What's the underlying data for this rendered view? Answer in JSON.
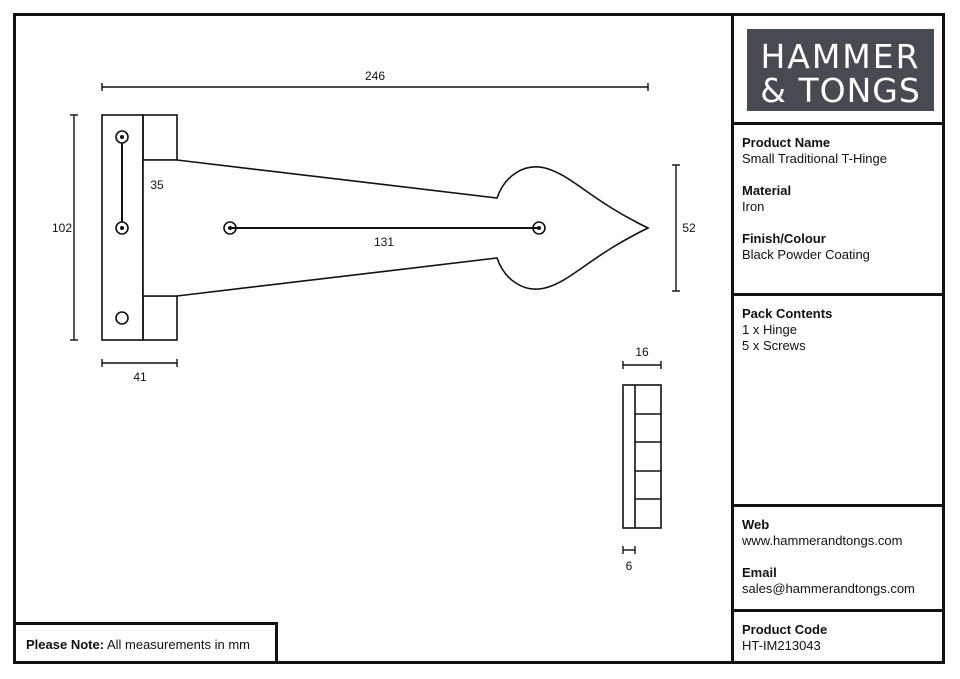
{
  "brand": {
    "line1": "HAMMER",
    "line2": "& TONGS",
    "bg_color": "#474b51"
  },
  "dimensions": {
    "overall_length": "246",
    "height": "102",
    "leaf_width": "41",
    "hole_spacing_leaf": "35",
    "hole_spacing_strap": "131",
    "strap_end_height": "52",
    "side_width": "16",
    "side_thickness": "6"
  },
  "product": {
    "name_label": "Product Name",
    "name_value": "Small Traditional T-Hinge",
    "material_label": "Material",
    "material_value": "Iron",
    "finish_label": "Finish/Colour",
    "finish_value": "Black Powder Coating"
  },
  "pack": {
    "label": "Pack Contents",
    "items": [
      "1 x Hinge",
      "5 x Screws"
    ]
  },
  "contact": {
    "web_label": "Web",
    "web_value": "www.hammerandtongs.com",
    "email_label": "Email",
    "email_value": "sales@hammerandtongs.com"
  },
  "code": {
    "label": "Product Code",
    "value": "HT-IM213043"
  },
  "note": {
    "label": "Please Note:",
    "text": "All measurements in mm"
  }
}
